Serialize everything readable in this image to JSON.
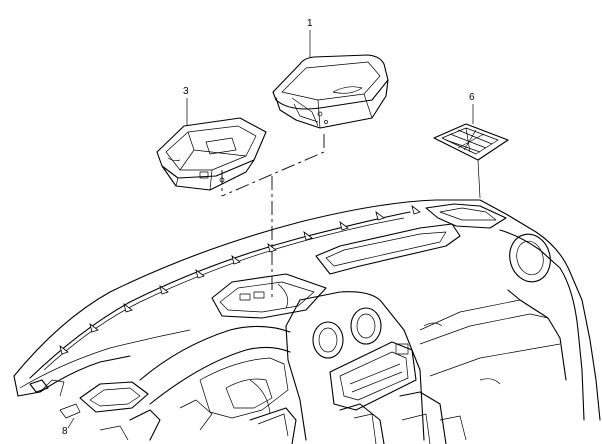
{
  "callouts": {
    "part1": "1",
    "part3": "3",
    "part6": "6",
    "part8": "8"
  }
}
